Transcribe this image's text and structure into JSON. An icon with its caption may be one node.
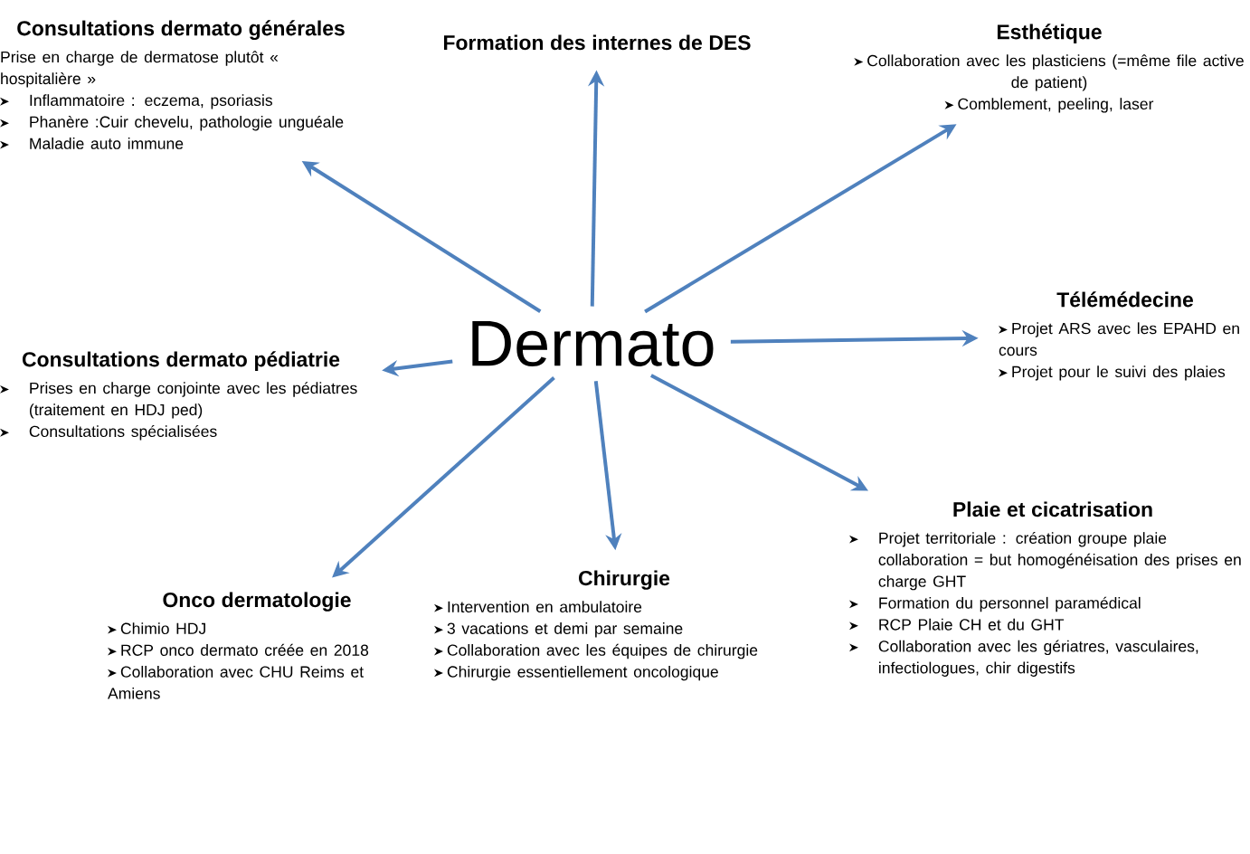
{
  "diagram": {
    "nodes": [
      {
        "text": [
          "Consultations dermato générales",
          "Prise en charge de dermatose plutôt « hospitalière »",
          "Inflammatoire : eczema, psoriasis",
          "Phanère :Cuir chevelu, pathologie unguéale",
          "Maladie auto immune"
        ]
      },
      {
        "text": [
          "Formation des internes de DES"
        ]
      },
      {
        "text": [
          "Esthétique",
          "Collaboration avec les plasticiens (=même file active de patient)",
          "Comblement, peeling, laser"
        ]
      },
      {
        "text": [
          "Dermato"
        ]
      },
      {
        "text": [
          "Télémédecine",
          "Projet ARS avec les EPAHD en cours",
          "Projet pour le suivi des plaies"
        ]
      },
      {
        "text": [
          "Consultations dermato pédiatrie",
          "Prises en charge conjointe avec les pédiatres (traitement en HDJ ped)",
          "Consultations spécialisées"
        ]
      },
      {
        "text": [
          "Onco dermatologie",
          "Chimio HDJ",
          "RCP onco dermato créée en 2018",
          "Collaboration avec CHU Reims et Amiens"
        ]
      },
      {
        "text": [
          "Chirurgie",
          "Intervention en ambulatoire",
          "3 vacations et demi par semaine",
          "Collaboration avec les équipes de chirurgie",
          "Chirurgie essentiellement oncologique"
        ]
      },
      {
        "text": [
          "Plaie et cicatrisation",
          "Projet territoriale : création groupe plaie collaboration = but homogénéisation des prises en charge GHT",
          "Formation du personnel paramédical",
          "RCP Plaie CH et du GHT",
          "Collaboration avec les gériatres, vasculaires, infectiologues, chir digestifs"
        ]
      }
    ],
    "edges": [
      {
        "from": 3,
        "to": 0,
        "arrow": "to"
      },
      {
        "from": 3,
        "to": 1,
        "arrow": "to"
      },
      {
        "from": 3,
        "to": 2,
        "arrow": "to"
      },
      {
        "from": 3,
        "to": 4,
        "arrow": "to"
      },
      {
        "from": 3,
        "to": 5,
        "arrow": "to"
      },
      {
        "from": 3,
        "to": 6,
        "arrow": "to"
      },
      {
        "from": 3,
        "to": 7,
        "arrow": "to"
      },
      {
        "from": 3,
        "to": 8,
        "arrow": "to"
      }
    ]
  }
}
